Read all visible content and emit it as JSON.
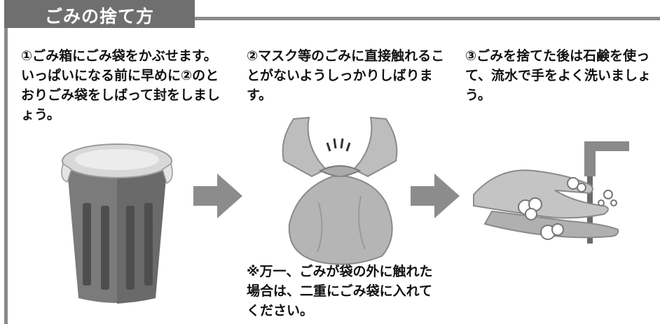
{
  "header": {
    "title": "ごみの捨て方"
  },
  "steps": [
    {
      "text": "①ごみ箱にごみ袋をかぶせます。いっぱいになる前に早めに②のとおりごみ袋をしばって封をしましょう。",
      "illustration": "trash-bin"
    },
    {
      "text": "②マスク等のごみに直接触れることがないようしっかりしばります。",
      "illustration": "tied-garbage-bag"
    },
    {
      "text": "③ごみを捨てた後は石鹸を使って、流水で手をよく洗いましょう。",
      "illustration": "hand-washing"
    }
  ],
  "note": "※万一、ごみが袋の外に触れた場合は、二重にごみ袋に入れてください。",
  "colors": {
    "frame": "#8a8a8a",
    "title_bg": "#6f6f6f",
    "title_text": "#ffffff",
    "arrow": "#8c8c8c"
  }
}
